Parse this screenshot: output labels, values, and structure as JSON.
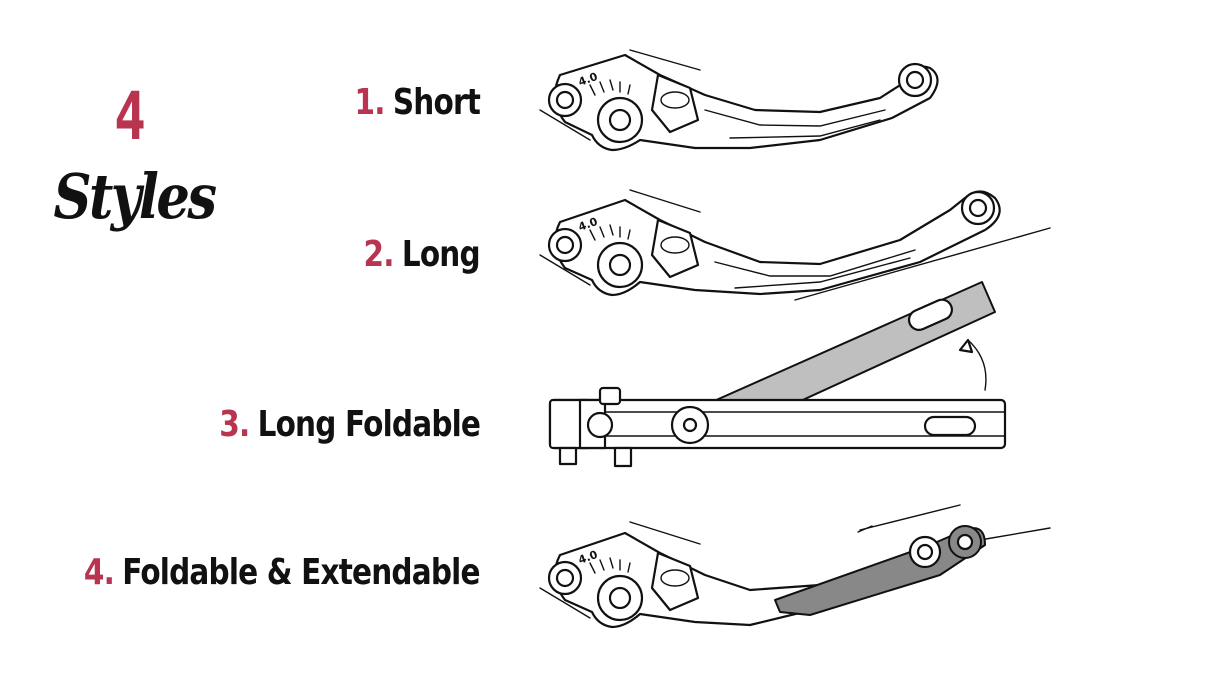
{
  "heading": {
    "number": "4",
    "word": "Styles"
  },
  "styles": [
    {
      "index": "1.",
      "name": "Short"
    },
    {
      "index": "2.",
      "name": "Long"
    },
    {
      "index": "3.",
      "name": "Long Foldable"
    },
    {
      "index": "4.",
      "name": "Foldable & Extendable"
    }
  ],
  "lever_marking": "4.0",
  "colors": {
    "accent": "#b8344f",
    "text": "#111111",
    "fold_arm": "#bfbfbf",
    "extension": "#888888"
  }
}
